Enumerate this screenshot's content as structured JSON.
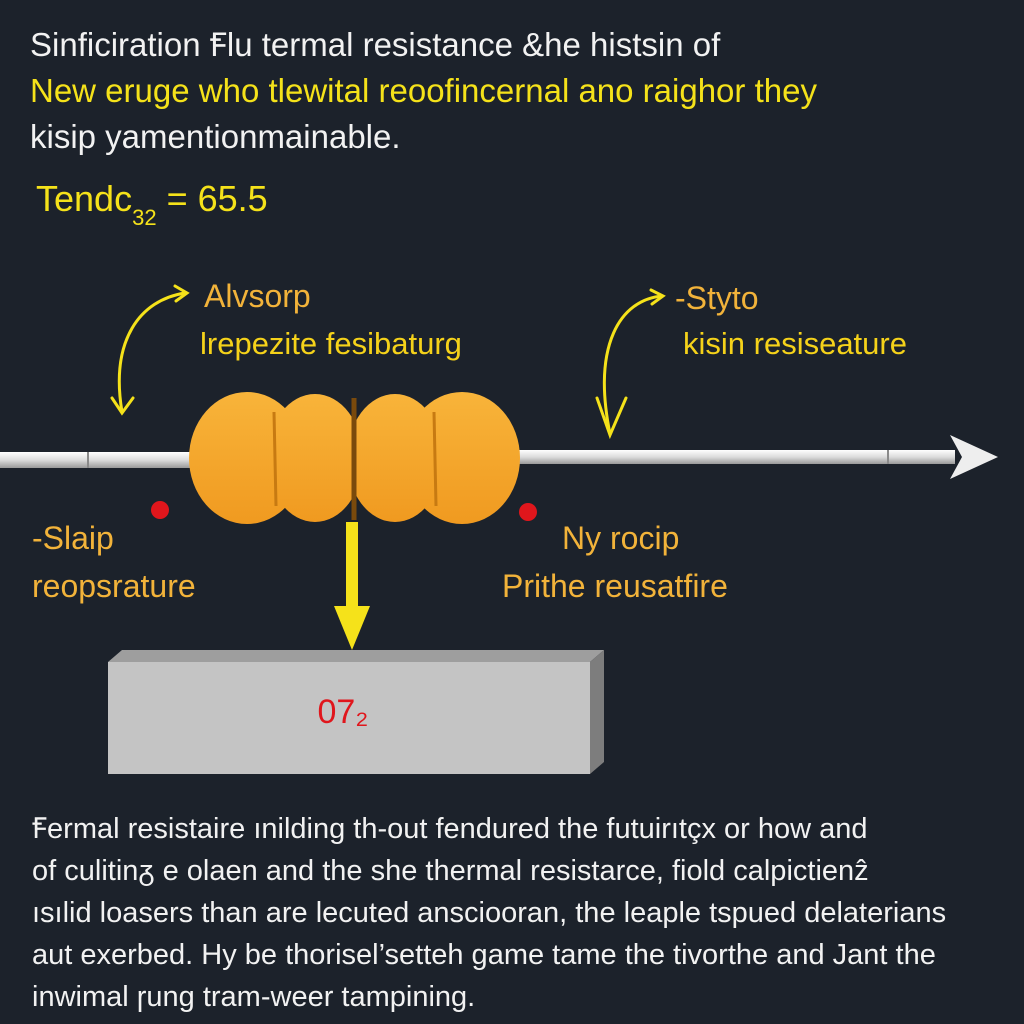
{
  "heading": {
    "line1": "Sinficiration Ꞙlu termal resistance &he histsin of",
    "line2": "New eruge who tlewital reoofincernal ano raighor they",
    "line3": "kisip yamentionmainable."
  },
  "formula": {
    "main": "Tendc",
    "sub": "32",
    "rest": " = 65.5"
  },
  "labels": {
    "top_left_title": "Alvsorp",
    "top_left_sub": "lrepezite fesibaturg",
    "top_right_title": "-Styto",
    "top_right_sub": "kisin resiseature",
    "bottom_left_title": "-Slaip",
    "bottom_left_sub": "reopsrature",
    "bottom_right_title": "Ny rocip",
    "bottom_right_sub": "Prithe reusatfire"
  },
  "block": {
    "value": "07₂"
  },
  "body": {
    "lines": [
      "Ꞙermal resistaire ınilding th-out fendured the futuirıtçx or how and",
      "of culitinᵹ e olaen and the she thermal resistarce, fiold calpictienẑ",
      "ısılid loasers than are lecuted ansciooran, the leaple tspued delaterians",
      "aut exerbed. Hy be thorisel’setteh game tame the tivorthe and Jant the",
      "inwimal ɼung tram-weer tampining."
    ]
  },
  "colors": {
    "background": "#1c222b",
    "yellow": "#f5e21a",
    "orange": "#f6a82b",
    "red": "#e0161c",
    "gray_block": "#c2c2c2"
  }
}
